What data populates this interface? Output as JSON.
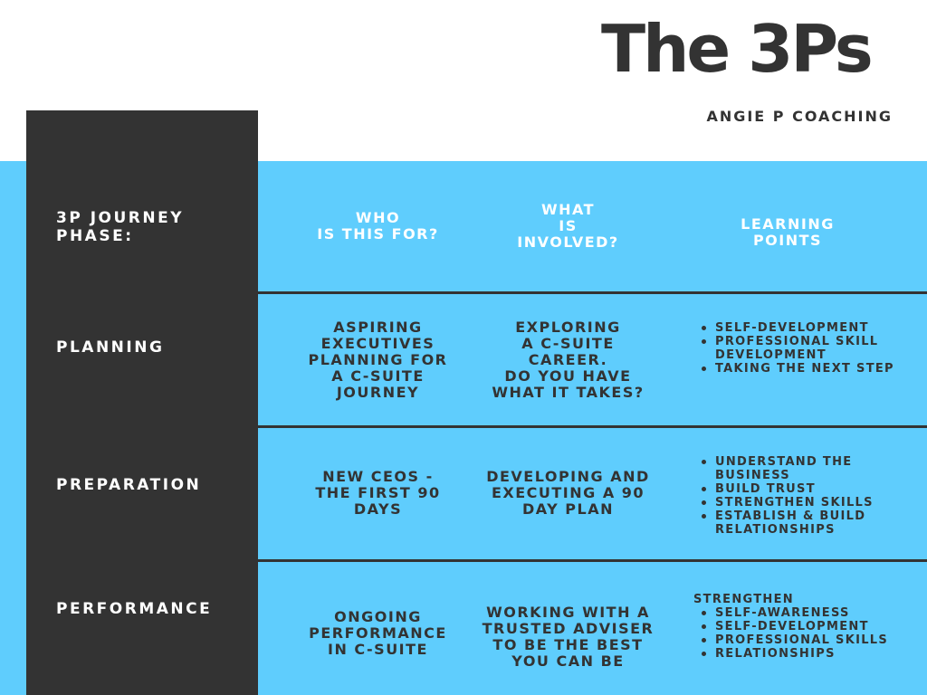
{
  "header": {
    "title": "The 3Ps",
    "subtitle": "ANGIE P COACHING"
  },
  "colors": {
    "dark": "#333333",
    "blue": "#5fcdfd",
    "white": "#ffffff"
  },
  "table": {
    "headers": {
      "phase": "3P JOURNEY\nPHASE:",
      "who": "WHO\nIS THIS FOR?",
      "what": "WHAT\nIS\nINVOLVED?",
      "learning": "LEARNING\nPOINTS"
    },
    "rows": [
      {
        "phase": "PLANNING",
        "who": "ASPIRING\nEXECUTIVES\nPLANNING FOR\nA C-SUITE\nJOURNEY",
        "what": "EXPLORING\nA C-SUITE\nCAREER.\nDO YOU HAVE\nWHAT IT TAKES?",
        "learning_lead": "",
        "learning": [
          "SELF-DEVELOPMENT",
          "PROFESSIONAL SKILL DEVELOPMENT",
          "TAKING THE NEXT STEP"
        ]
      },
      {
        "phase": "PREPARATION",
        "who": "NEW CEOS -\nTHE FIRST 90\nDAYS",
        "what": "DEVELOPING AND\nEXECUTING A 90\nDAY PLAN",
        "learning_lead": "",
        "learning": [
          "UNDERSTAND THE BUSINESS",
          "BUILD TRUST",
          "STRENGTHEN SKILLS",
          "ESTABLISH & BUILD RELATIONSHIPS"
        ]
      },
      {
        "phase": "PERFORMANCE",
        "who": "ONGOING\nPERFORMANCE\nIN C-SUITE",
        "what": "WORKING WITH A\nTRUSTED ADVISER\nTO BE THE BEST\nYOU CAN BE",
        "learning_lead": "STRENGTHEN",
        "learning": [
          "SELF-AWARENESS",
          "SELF-DEVELOPMENT",
          "PROFESSIONAL SKILLS",
          "RELATIONSHIPS"
        ]
      }
    ]
  }
}
